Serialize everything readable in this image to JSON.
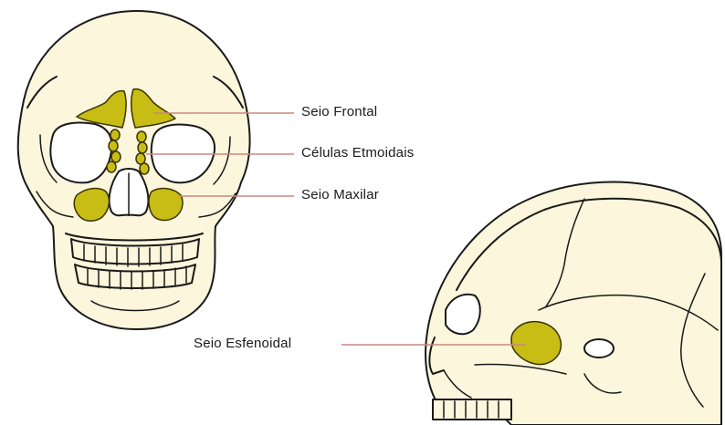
{
  "labels": {
    "frontal": "Seio Frontal",
    "ethmoid": "Células Etmoidais",
    "maxillary": "Seio Maxilar",
    "sphenoid": "Seio Esfenoidal"
  },
  "colors": {
    "sinus": "#c8bd14",
    "bone": "#fbf6dc",
    "leader": "#c98880",
    "outline": "#1a1a1a"
  }
}
